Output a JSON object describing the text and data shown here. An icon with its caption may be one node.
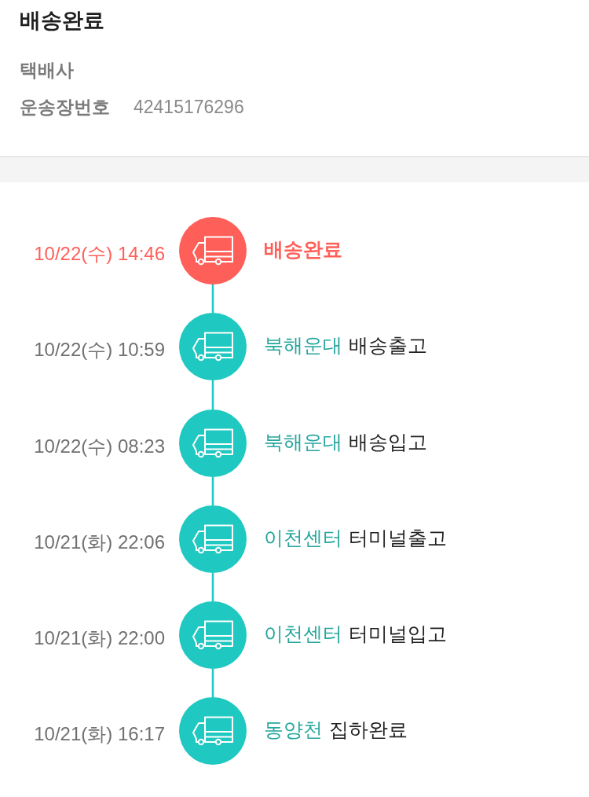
{
  "diagram": {
    "title": "배송완료",
    "nodes": [
      {
        "text": [],
        "shape": "circle",
        "beside": [
          "10/22(수) 14:46",
          "배송완료"
        ]
      },
      {
        "text": [],
        "shape": "circle",
        "beside": [
          "10/22(수) 10:59",
          "북해운대",
          "배송출고"
        ]
      },
      {
        "text": [],
        "shape": "circle",
        "beside": [
          "10/22(수) 08:23",
          "북해운대",
          "배송입고"
        ]
      },
      {
        "text": [],
        "shape": "circle",
        "beside": [
          "10/21(화) 22:06",
          "이천센터",
          "터미널출고"
        ]
      },
      {
        "text": [],
        "shape": "circle",
        "beside": [
          "10/21(화) 22:00",
          "이천센터",
          "터미널입고"
        ]
      },
      {
        "text": [],
        "shape": "circle",
        "beside": [
          "10/21(화) 16:17",
          "동양천",
          "집하완료"
        ]
      }
    ],
    "edges": [
      {
        "from": 0,
        "to": 1,
        "arrow": "none"
      },
      {
        "from": 1,
        "to": 2,
        "arrow": "none"
      },
      {
        "from": 2,
        "to": 3,
        "arrow": "none"
      },
      {
        "from": 3,
        "to": 4,
        "arrow": "none"
      },
      {
        "from": 4,
        "to": 5,
        "arrow": "none"
      }
    ],
    "labels": [
      "택배사",
      "운송장번호",
      "42415176296"
    ]
  }
}
